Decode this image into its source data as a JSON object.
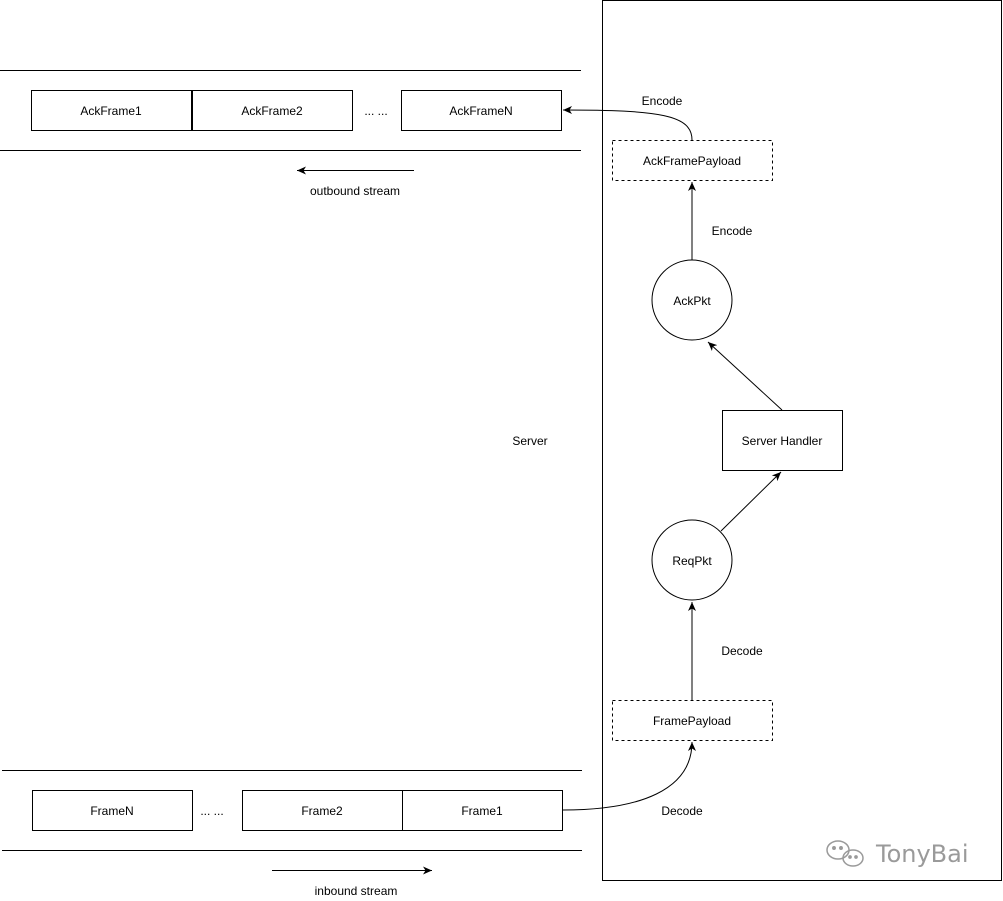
{
  "outbound": {
    "frames": [
      "AckFrame1",
      "AckFrame2",
      "AckFrameN"
    ],
    "ellipsis": "... ...",
    "stream_label": "outbound stream"
  },
  "inbound": {
    "frames": [
      "FrameN",
      "Frame2",
      "Frame1"
    ],
    "ellipsis": "... ...",
    "stream_label": "inbound stream"
  },
  "server": {
    "label": "Server",
    "handler_label": "Server Handler",
    "ack_payload_label": "AckFramePayload",
    "frame_payload_label": "FramePayload",
    "ack_pkt_label": "AckPkt",
    "req_pkt_label": "ReqPkt"
  },
  "edges": {
    "encode_top": "Encode",
    "encode_mid": "Encode",
    "decode_mid": "Decode",
    "decode_bottom": "Decode"
  },
  "watermark": {
    "text": "TonyBai",
    "icon": "wechat-icon"
  }
}
